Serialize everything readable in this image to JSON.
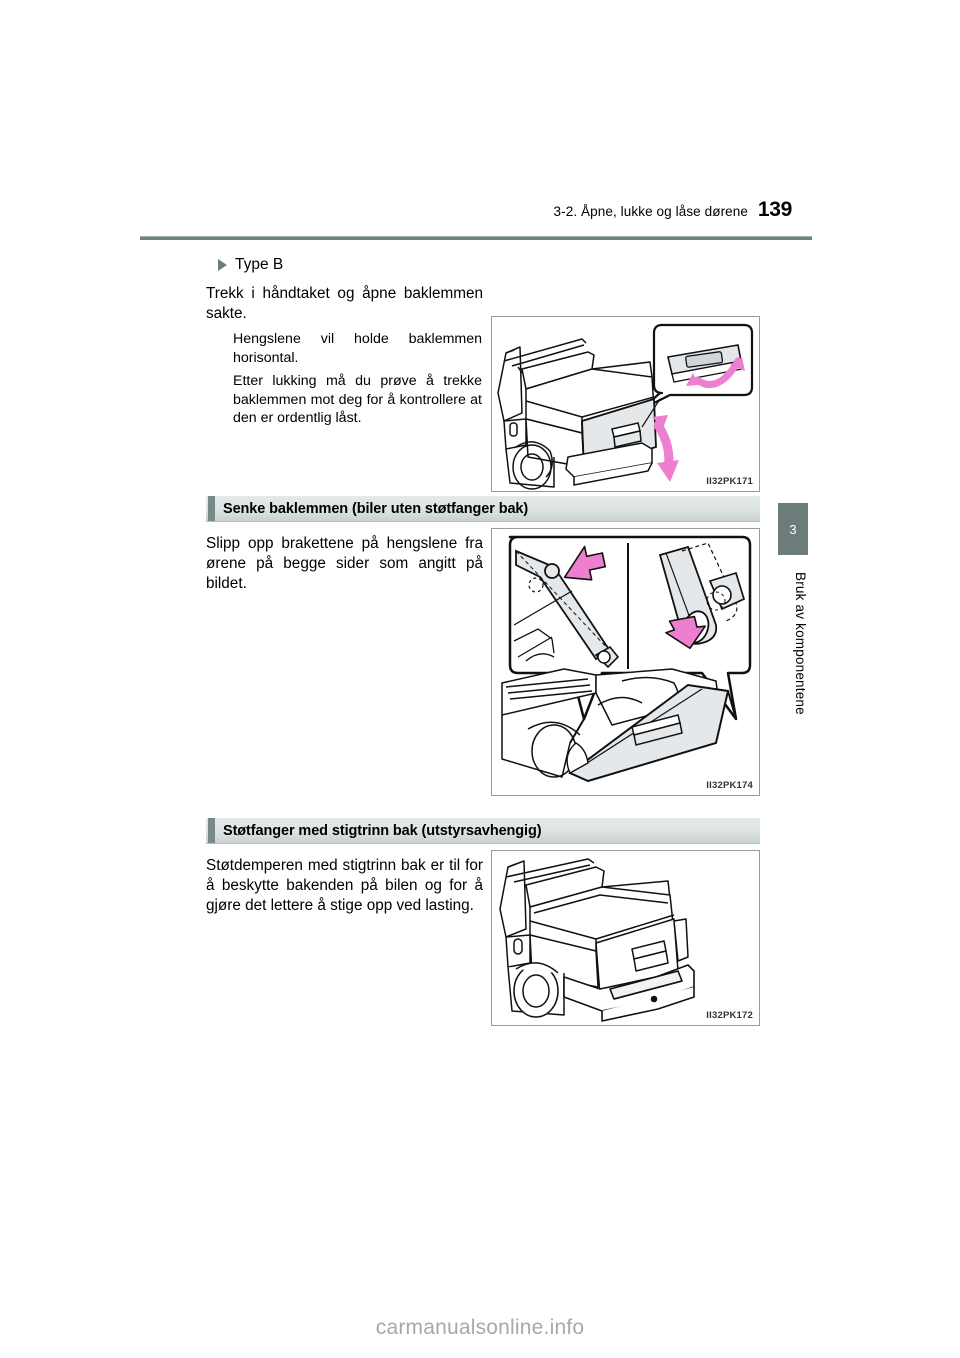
{
  "header": {
    "section_title": "3-2. Åpne, lukke og låse dørene",
    "page_number": "139"
  },
  "sidebar": {
    "chapter_number": "3",
    "chapter_label": "Bruk av komponentene"
  },
  "blocks": [
    {
      "type_heading": "Type B",
      "lead": "Trekk i håndtaket og åpne baklemmen sakte.",
      "subs": [
        "Hengslene vil holde baklemmen horisontal.",
        "Etter lukking må du prøve å trekke baklemmen mot deg for å kontrollere at den er ordentlig låst."
      ],
      "figure_code": "II32PK171"
    },
    {
      "section_heading": "Senke baklemmen (biler uten støtfanger bak)",
      "lead": "Slipp opp brakettene på hengslene fra ørene på begge sider som angitt på bildet.",
      "figure_code": "II32PK174"
    },
    {
      "section_heading": "Støtfanger med stigtrinn bak (utstyrsavhengig)",
      "lead": "Støtdemperen med stigtrinn bak er til for å beskytte bakenden på bilen og for å gjøre det lettere å stige opp ved lasting.",
      "figure_code": "II32PK172"
    }
  ],
  "watermark": "carmanualsonline.info",
  "colors": {
    "accent": "#6b7c7a",
    "bar_bg": "#dde3e3",
    "arrow_pink": "#ee7fd0",
    "panel_gray": "#dfe3e6"
  }
}
